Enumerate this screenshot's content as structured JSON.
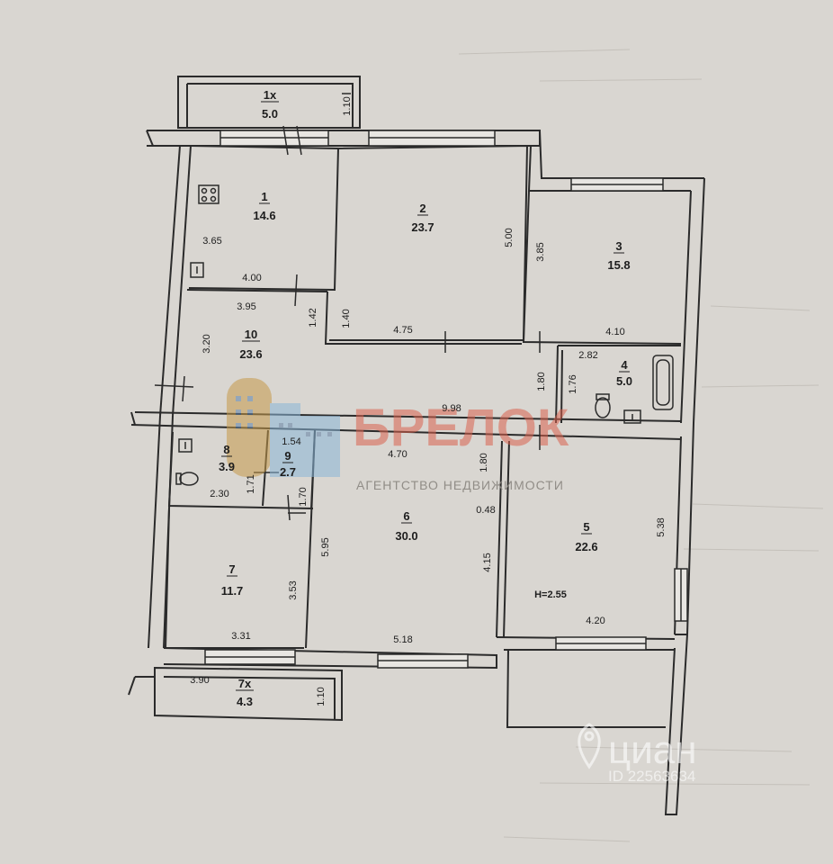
{
  "rooms": [
    {
      "id": "room-1x",
      "number": "1x",
      "area": "5.0"
    },
    {
      "id": "room-1",
      "number": "1",
      "area": "14.6"
    },
    {
      "id": "room-2",
      "number": "2",
      "area": "23.7"
    },
    {
      "id": "room-3",
      "number": "3",
      "area": "15.8"
    },
    {
      "id": "room-4",
      "number": "4",
      "area": "5.0"
    },
    {
      "id": "room-10",
      "number": "10",
      "area": "23.6"
    },
    {
      "id": "room-8",
      "number": "8",
      "area": "3.9"
    },
    {
      "id": "room-9",
      "number": "9",
      "area": "2.7"
    },
    {
      "id": "room-6",
      "number": "6",
      "area": "30.0"
    },
    {
      "id": "room-5",
      "number": "5",
      "area": "22.6"
    },
    {
      "id": "room-7",
      "number": "7",
      "area": "11.7"
    },
    {
      "id": "room-7x",
      "number": "7x",
      "area": "4.3"
    }
  ],
  "dimensions": [
    "1.10",
    "3.65",
    "4.00",
    "3.95",
    "1.42",
    "5.00",
    "1.40",
    "4.75",
    "3.85",
    "4.10",
    "3.20",
    "2.82",
    "1.80",
    "1.76",
    "9.98",
    "1.54",
    "4.70",
    "1.80",
    "1.71",
    "1.70",
    "2.30",
    "0.48",
    "5.95",
    "4.15",
    "5.38",
    "3.53",
    "3.31",
    "5.18",
    "4.20",
    "3.90",
    "1.10"
  ],
  "ceiling_height": "H=2.55",
  "watermark": {
    "brand": "БРЕЛОК",
    "tagline": "АГЕНТСТВО  НЕДВИЖИМОСТИ",
    "listing_brand": "циан",
    "listing_id": "ID 22563634"
  },
  "colors": {
    "paper": "#d9d6d1",
    "wall": "#2b2b2b",
    "brand": "#d9624f"
  }
}
